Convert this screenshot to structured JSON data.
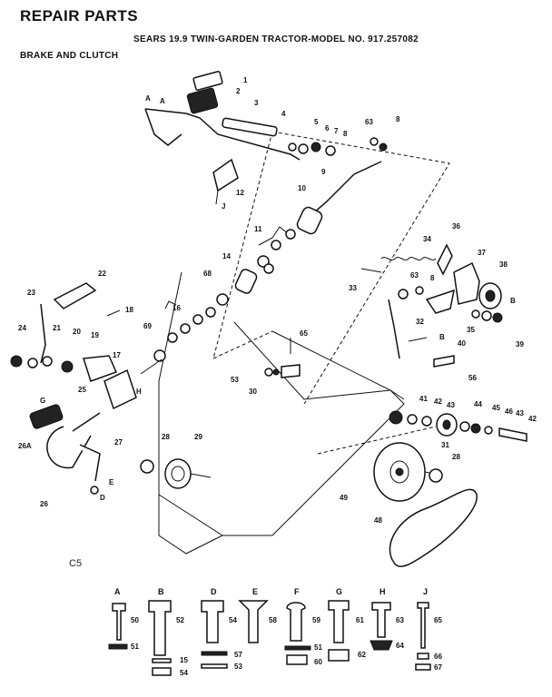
{
  "header": {
    "title": "REPAIR PARTS",
    "subtitle": "SEARS 19.9 TWIN-GARDEN TRACTOR-MODEL NO. 917.257082",
    "section": "BRAKE AND CLUTCH"
  },
  "figure_code": "C5",
  "callouts": [
    {
      "label": "1"
    },
    {
      "label": "2"
    },
    {
      "label": "3"
    },
    {
      "label": "A"
    },
    {
      "label": "A"
    },
    {
      "label": "4"
    },
    {
      "label": "5"
    },
    {
      "label": "6"
    },
    {
      "label": "7"
    },
    {
      "label": "8"
    },
    {
      "label": "63"
    },
    {
      "label": "8"
    },
    {
      "label": "9"
    },
    {
      "label": "10"
    },
    {
      "label": "12"
    },
    {
      "label": "J"
    },
    {
      "label": "11"
    },
    {
      "label": "14"
    },
    {
      "label": "68"
    },
    {
      "label": "22"
    },
    {
      "label": "23"
    },
    {
      "label": "18"
    },
    {
      "label": "16"
    },
    {
      "label": "69"
    },
    {
      "label": "24"
    },
    {
      "label": "21"
    },
    {
      "label": "20"
    },
    {
      "label": "19"
    },
    {
      "label": "17"
    },
    {
      "label": "H"
    },
    {
      "label": "25"
    },
    {
      "label": "G"
    },
    {
      "label": "26A"
    },
    {
      "label": "27"
    },
    {
      "label": "E"
    },
    {
      "label": "D"
    },
    {
      "label": "26"
    },
    {
      "label": "28"
    },
    {
      "label": "29"
    },
    {
      "label": "36"
    },
    {
      "label": "34"
    },
    {
      "label": "37"
    },
    {
      "label": "33"
    },
    {
      "label": "63"
    },
    {
      "label": "8"
    },
    {
      "label": "38"
    },
    {
      "label": "B"
    },
    {
      "label": "32"
    },
    {
      "label": "35"
    },
    {
      "label": "39"
    },
    {
      "label": "65"
    },
    {
      "label": "B"
    },
    {
      "label": "40"
    },
    {
      "label": "53"
    },
    {
      "label": "30"
    },
    {
      "label": "56"
    },
    {
      "label": "41"
    },
    {
      "label": "42"
    },
    {
      "label": "43"
    },
    {
      "label": "44"
    },
    {
      "label": "45"
    },
    {
      "label": "46"
    },
    {
      "label": "43"
    },
    {
      "label": "42"
    },
    {
      "label": "31"
    },
    {
      "label": "28"
    },
    {
      "label": "49"
    },
    {
      "label": "48"
    }
  ],
  "hardware": [
    {
      "letter": "A",
      "part": "50",
      "extra": [
        "51"
      ]
    },
    {
      "letter": "B",
      "part": "52",
      "extra": [
        "15",
        "54"
      ]
    },
    {
      "letter": "D",
      "part": "54",
      "extra": [
        "57",
        "53"
      ]
    },
    {
      "letter": "E",
      "part": "58",
      "extra": []
    },
    {
      "letter": "F",
      "part": "59",
      "extra": [
        "51",
        "60"
      ]
    },
    {
      "letter": "G",
      "part": "61",
      "extra": [
        "62"
      ]
    },
    {
      "letter": "H",
      "part": "63",
      "extra": [
        "64"
      ]
    },
    {
      "letter": "J",
      "part": "65",
      "extra": [
        "66",
        "67"
      ]
    }
  ]
}
